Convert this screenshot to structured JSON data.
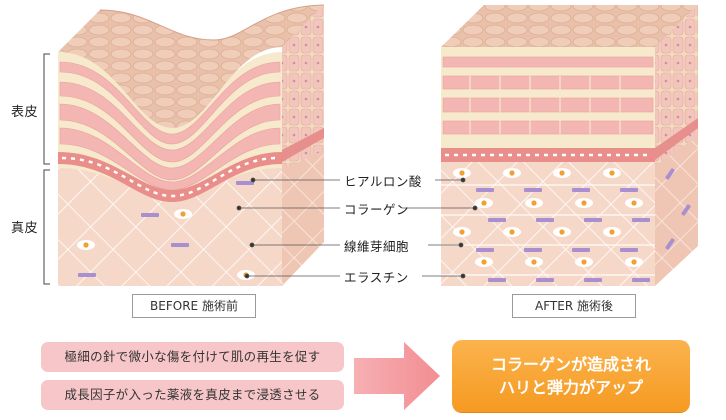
{
  "layers": {
    "epidermis": "表皮",
    "dermis": "真皮"
  },
  "components": {
    "hyaluronic_acid": "ヒアルロン酸",
    "collagen": "コラーゲン",
    "fibroblast": "線維芽細胞",
    "elastin": "エラスチン"
  },
  "captions": {
    "before": "BEFORE 施術前",
    "after": "AFTER  施術後"
  },
  "steps": [
    "極細の針で微小な傷を付けて肌の再生を促す",
    "成長因子が入った薬液を真皮まで浸透させる"
  ],
  "result": {
    "line1": "コラーゲンが造成され",
    "line2": "ハリと弾力がアップ"
  },
  "colors": {
    "skin_top": "#d9aa93",
    "epidermis_bg": "#f7e9cc",
    "cell_pink": "#f3b6b3",
    "dermis_bg": "#f6d8c9",
    "collagen_fiber": "#ffffff",
    "hyaluronic": "#a98fd0",
    "fibroblast": "#f0a032",
    "arrow": "#f4a3a6",
    "result_box": "#f7a42b",
    "step_box": "#f7c6c8"
  }
}
